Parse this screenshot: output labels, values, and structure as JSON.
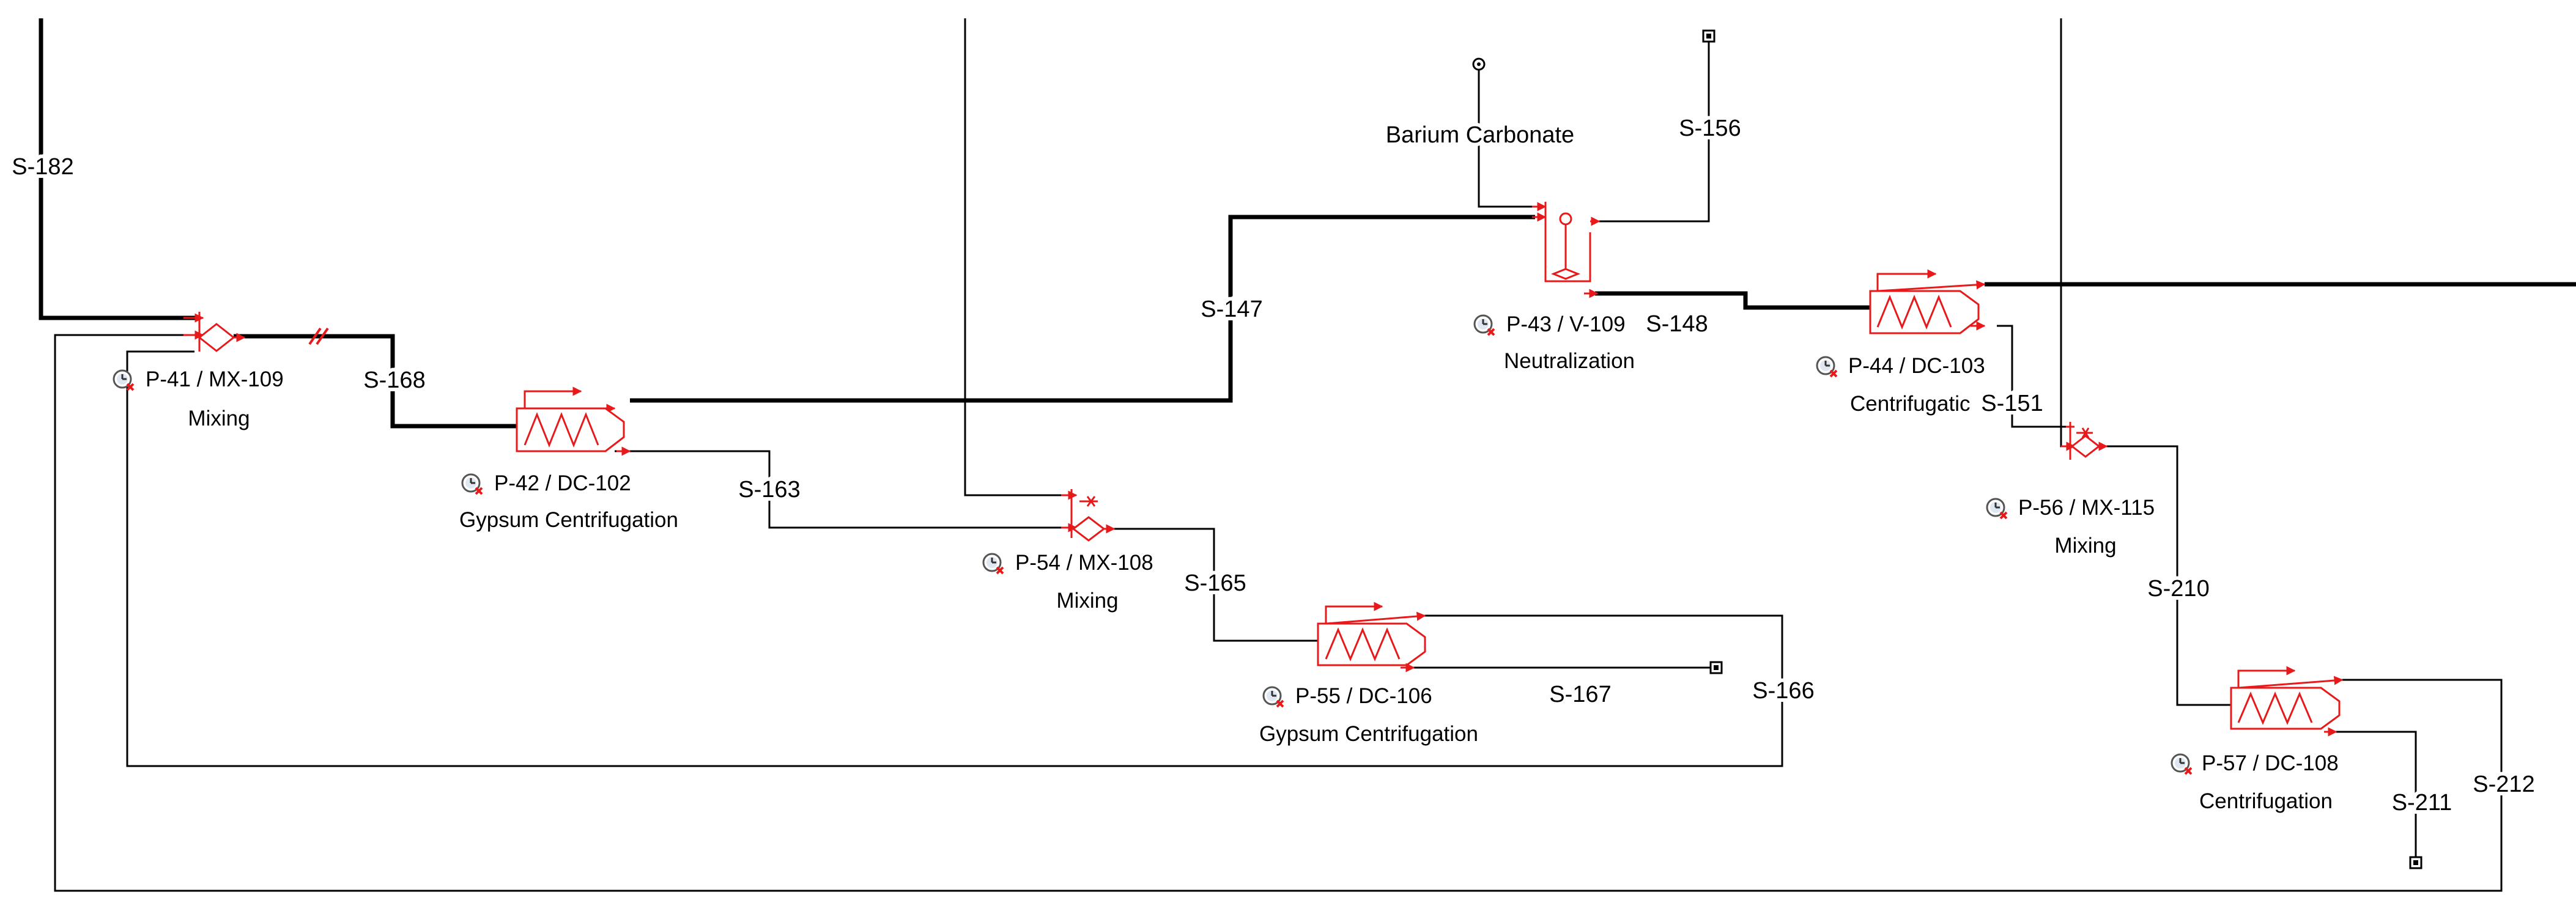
{
  "colors": {
    "equipment": "#e8191a",
    "stream": "#000000",
    "background": "#ffffff"
  },
  "units": [
    {
      "id": "p41",
      "label": "P-41 / MX-109",
      "desc": "Mixing",
      "kind": "mixer",
      "icon": "clock-status-icon"
    },
    {
      "id": "p42",
      "label": "P-42 / DC-102",
      "desc": "Gypsum Centrifugation",
      "kind": "centrifuge",
      "icon": "clock-status-icon"
    },
    {
      "id": "p43",
      "label": "P-43 / V-109",
      "desc": "Neutralization",
      "kind": "vessel",
      "icon": "clock-status-icon"
    },
    {
      "id": "p44",
      "label": "P-44 / DC-103",
      "desc": "Centrifugatic",
      "kind": "centrifuge",
      "icon": "clock-status-icon"
    },
    {
      "id": "p54",
      "label": "P-54 / MX-108",
      "desc": "Mixing",
      "kind": "mixer",
      "icon": "clock-status-icon"
    },
    {
      "id": "p55",
      "label": "P-55 / DC-106",
      "desc": "Gypsum Centrifugation",
      "kind": "centrifuge",
      "icon": "clock-status-icon"
    },
    {
      "id": "p56",
      "label": "P-56 / MX-115",
      "desc": "Mixing",
      "kind": "mixer",
      "icon": "clock-status-icon"
    },
    {
      "id": "p57",
      "label": "P-57 / DC-108",
      "desc": "Centrifugation",
      "kind": "centrifuge",
      "icon": "clock-status-icon"
    }
  ],
  "streams": {
    "s182": "S-182",
    "s168": "S-168",
    "s147": "S-147",
    "s148": "S-148",
    "s156": "S-156",
    "s151": "S-151",
    "s163": "S-163",
    "s165": "S-165",
    "s166": "S-166",
    "s167": "S-167",
    "s210": "S-210",
    "s211": "S-211",
    "s212": "S-212"
  },
  "inputs": {
    "barium_carbonate": "Barium Carbonate"
  }
}
